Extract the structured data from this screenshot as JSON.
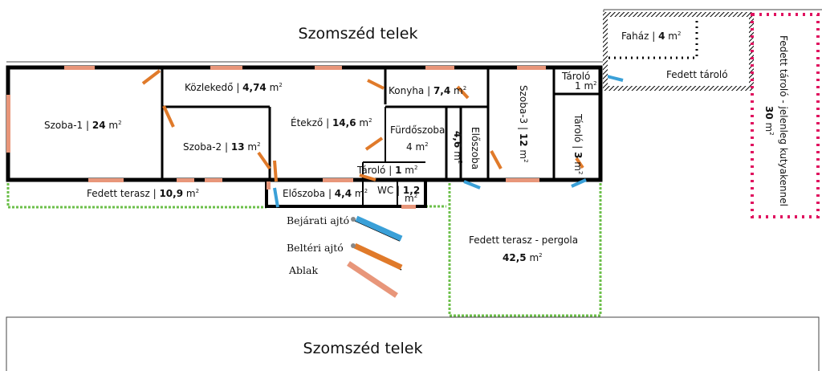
{
  "neighbors": {
    "top": "Szomszéd telek",
    "bottom": "Szomszéd telek"
  },
  "rooms": {
    "szoba1": {
      "name": "Szoba-1",
      "area": "24",
      "unit": "m",
      "exp": "2"
    },
    "kozlekedo": {
      "name": "Közlekedő",
      "area": "4,74",
      "unit": "m",
      "exp": "2"
    },
    "szoba2": {
      "name": "Szoba-2",
      "area": "13",
      "unit": "m",
      "exp": "2"
    },
    "etkezo": {
      "name": "Étekző",
      "area": "14,6",
      "unit": "m",
      "exp": "2"
    },
    "konyha": {
      "name": "Konyha",
      "area": "7,4",
      "unit": "m",
      "exp": "2"
    },
    "furdoszoba": {
      "name": "Fürdőszoba",
      "area": "4",
      "unit": "m",
      "exp": "2"
    },
    "eloszoba_vertical": {
      "name": "Előszoba",
      "area": "4,6",
      "unit": "m",
      "exp": "2"
    },
    "szoba3": {
      "name": "Szoba-3",
      "area": "12",
      "unit": "m",
      "exp": "2"
    },
    "tarolo_small": {
      "name": "Tároló",
      "area": "1",
      "unit": "m",
      "exp": "2"
    },
    "tarolo_mid": {
      "name": "Tároló",
      "area": "3",
      "unit": "m",
      "exp": "2"
    },
    "tarolo_wc": {
      "name": "Tároló",
      "area": "1",
      "unit": "m",
      "exp": "2"
    },
    "eloszoba": {
      "name": "Előszoba",
      "area": "4,4",
      "unit": "m",
      "exp": "2"
    },
    "wc": {
      "name": "WC",
      "area": "1,2",
      "unit": "m",
      "exp": "2"
    },
    "fedett_terasz": {
      "name": "Fedett terasz",
      "area": "10,9",
      "unit": "m",
      "exp": "2"
    },
    "pergola": {
      "name": "Fedett terasz - pergola",
      "area": "42,5",
      "unit": "m",
      "exp": "2"
    },
    "fahaz": {
      "name": "Faház",
      "area": "4",
      "unit": "m",
      "exp": "2"
    },
    "fedett_tarolo": {
      "name": "Fedett tároló"
    },
    "kutyakennel": {
      "name": "Fedett tároló - jelenleg kutyakennel",
      "area": "30",
      "unit": "m",
      "exp": "2"
    }
  },
  "legend": {
    "entrance_door": "Bejárati ajtó",
    "interior_door": "Beltéri ajtó",
    "window": "Ablak"
  },
  "colors": {
    "wall": "#000000",
    "window": "#e8967a",
    "interior_door": "#e07a2a",
    "entrance_door": "#3aa0d8",
    "terrace": "#6cbf4a",
    "kennel": "#e0115f"
  }
}
